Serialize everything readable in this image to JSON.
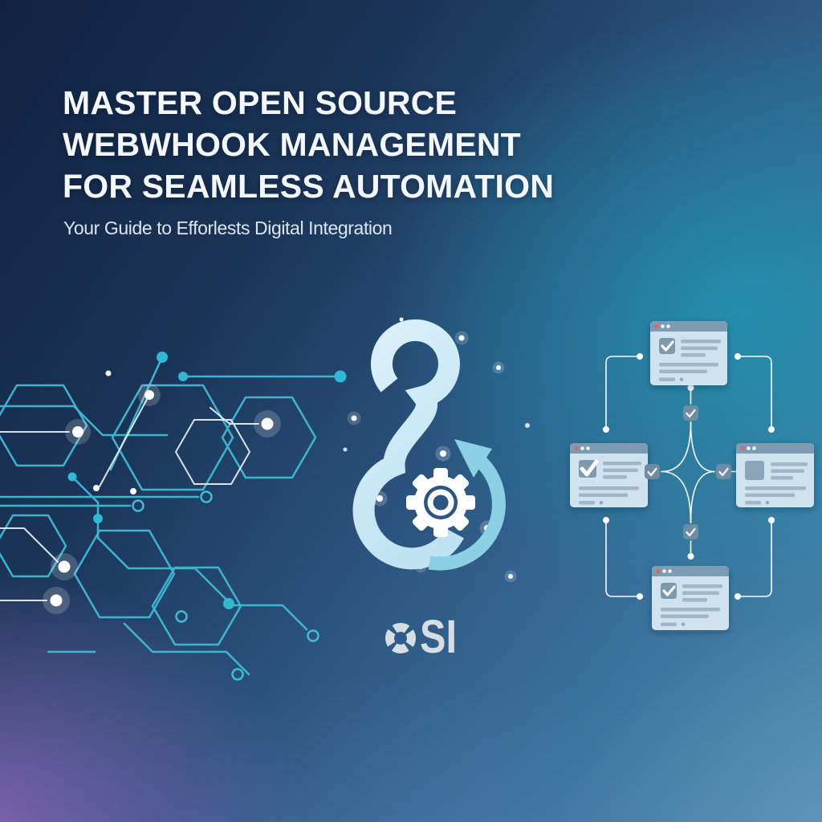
{
  "poster": {
    "title": {
      "line1": "MASTER OPEN SOURCE",
      "line2": "WEBWHOOK MANAGEMENT",
      "line3": "FOR SEAMLESS AUTOMATION"
    },
    "subtitle": "Your Guide to Efforlests Digital Integration",
    "logo": {
      "brand": "OSI",
      "ring_glyph": "O",
      "text_after_ring": "SI"
    },
    "colors": {
      "bg_top_left": "#10223f",
      "bg_teal_hotspot": "#2098b2",
      "bg_bottom_left_purple": "#8f6abc",
      "bg_bottom_right": "#4a89ae",
      "circuit_cyan": "#3fbcd6",
      "circuit_white": "#edf5fa",
      "hook_light_blue": "#cfe9f5",
      "gear_white": "#ffffff",
      "sync_arrow_cyan": "#8bd0e4",
      "window_body": "#cfe3ee",
      "window_header": "#7d9cb3",
      "window_text_line": "#9fb7c7",
      "checkbox": "#7e98ac",
      "check_badge": "#6f8ca2",
      "traffic_dot_red": "#e0645c",
      "connector_white": "#f6fafc",
      "logo_silver": "#d7dde2"
    },
    "diagram": {
      "window_count": 4,
      "check_badge_count": 4,
      "windows": [
        {
          "position": "top",
          "has_checked_checkbox": true
        },
        {
          "position": "left",
          "has_checked_checkbox": true
        },
        {
          "position": "right",
          "has_checked_checkbox": false
        },
        {
          "position": "bottom",
          "has_checked_checkbox": true
        }
      ]
    }
  }
}
